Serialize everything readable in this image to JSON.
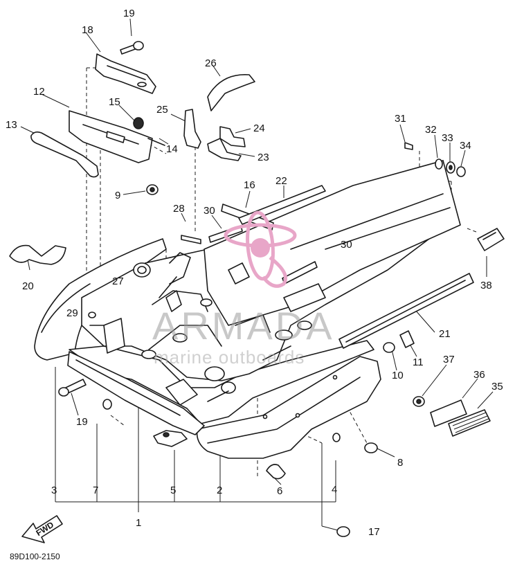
{
  "diagram": {
    "drawing_code": "89D100-2150",
    "direction_marker": "FWD",
    "callouts": {
      "c1": "1",
      "c2": "2",
      "c3": "3",
      "c4": "4",
      "c5": "5",
      "c6": "6",
      "c7": "7",
      "c8": "8",
      "c9": "9",
      "c10": "10",
      "c11": "11",
      "c12": "12",
      "c13": "13",
      "c14": "14",
      "c15": "15",
      "c16": "16",
      "c17": "17",
      "c18": "18",
      "c19a": "19",
      "c19b": "19",
      "c20": "20",
      "c21": "21",
      "c22": "22",
      "c23": "23",
      "c24": "24",
      "c25": "25",
      "c26": "26",
      "c27": "27",
      "c28": "28",
      "c29": "29",
      "c30a": "30",
      "c30b": "30",
      "c31": "31",
      "c32": "32",
      "c33": "33",
      "c34": "34",
      "c35": "35",
      "c36": "36",
      "c37": "37",
      "c38": "38"
    }
  },
  "watermark": {
    "brand": "ARMADA",
    "tagline": "marine outboards",
    "logo_color": "#e8a6c8"
  }
}
